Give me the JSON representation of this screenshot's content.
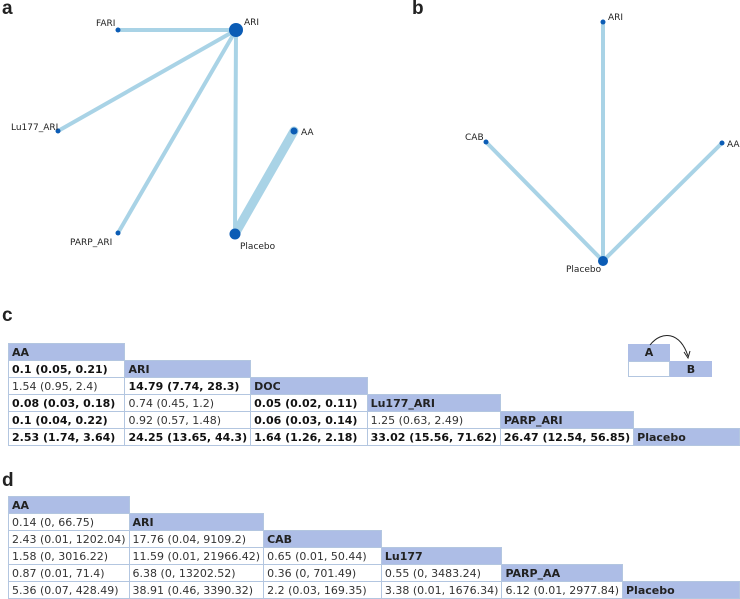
{
  "panels": {
    "a": "a",
    "b": "b",
    "c": "c",
    "d": "d"
  },
  "network_a": {
    "nodes": [
      {
        "id": "ARI",
        "label": "ARI",
        "size": 7
      },
      {
        "id": "FARI",
        "label": "FARI",
        "size": 2.5
      },
      {
        "id": "Lu177_ARI",
        "label": "Lu177_ARI",
        "size": 2.5
      },
      {
        "id": "PARP_ARI",
        "label": "PARP_ARI",
        "size": 2.5
      },
      {
        "id": "AA",
        "label": "AA",
        "size": 3.5
      },
      {
        "id": "Placebo",
        "label": "Placebo",
        "size": 5.5
      }
    ],
    "edges": [
      {
        "source": "ARI",
        "target": "FARI",
        "weight": 4
      },
      {
        "source": "ARI",
        "target": "Lu177_ARI",
        "weight": 4
      },
      {
        "source": "ARI",
        "target": "PARP_ARI",
        "weight": 4
      },
      {
        "source": "ARI",
        "target": "Placebo",
        "weight": 4
      },
      {
        "source": "AA",
        "target": "Placebo",
        "weight": 9
      }
    ]
  },
  "network_b": {
    "nodes": [
      {
        "id": "ARI",
        "label": "ARI",
        "size": 2.5
      },
      {
        "id": "CAB",
        "label": "CAB",
        "size": 2.5
      },
      {
        "id": "AA",
        "label": "AA",
        "size": 2.5
      },
      {
        "id": "Placebo",
        "label": "Placebo",
        "size": 5
      }
    ],
    "edges": [
      {
        "source": "ARI",
        "target": "Placebo",
        "weight": 4
      },
      {
        "source": "CAB",
        "target": "Placebo",
        "weight": 4
      },
      {
        "source": "AA",
        "target": "Placebo",
        "weight": 4
      }
    ]
  },
  "legend": {
    "a": "A",
    "b": "B"
  },
  "table_c": {
    "rows": [
      {
        "diag": "AA",
        "cells": []
      },
      {
        "diag": "ARI",
        "cells": [
          {
            "t": "0.1 (0.05, 0.21)",
            "b": true
          }
        ]
      },
      {
        "diag": "DOC",
        "cells": [
          {
            "t": "1.54 (0.95, 2.4)",
            "b": false
          },
          {
            "t": "14.79 (7.74, 28.3)",
            "b": true
          }
        ]
      },
      {
        "diag": "Lu177_ARI",
        "cells": [
          {
            "t": "0.08 (0.03, 0.18)",
            "b": true
          },
          {
            "t": "0.74 (0.45, 1.2)",
            "b": false
          },
          {
            "t": "0.05 (0.02, 0.11)",
            "b": true
          }
        ]
      },
      {
        "diag": "PARP_ARI",
        "cells": [
          {
            "t": "0.1 (0.04, 0.22)",
            "b": true
          },
          {
            "t": "0.92 (0.57, 1.48)",
            "b": false
          },
          {
            "t": "0.06 (0.03, 0.14)",
            "b": true
          },
          {
            "t": "1.25 (0.63, 2.49)",
            "b": false
          }
        ]
      },
      {
        "diag": "Placebo",
        "cells": [
          {
            "t": "2.53 (1.74, 3.64)",
            "b": true
          },
          {
            "t": "24.25 (13.65, 44.3)",
            "b": true
          },
          {
            "t": "1.64 (1.26, 2.18)",
            "b": true
          },
          {
            "t": "33.02 (15.56, 71.62)",
            "b": true
          },
          {
            "t": "26.47 (12.54, 56.85)",
            "b": true
          }
        ]
      }
    ]
  },
  "table_d": {
    "rows": [
      {
        "diag": "AA",
        "cells": []
      },
      {
        "diag": "ARI",
        "cells": [
          {
            "t": "0.14 (0, 66.75)",
            "b": false
          }
        ]
      },
      {
        "diag": "CAB",
        "cells": [
          {
            "t": "2.43 (0.01, 1202.04)",
            "b": false
          },
          {
            "t": "17.76 (0.04, 9109.2)",
            "b": false
          }
        ]
      },
      {
        "diag": "Lu177",
        "cells": [
          {
            "t": "1.58 (0, 3016.22)",
            "b": false
          },
          {
            "t": "11.59 (0.01, 21966.42)",
            "b": false
          },
          {
            "t": "0.65 (0.01, 50.44)",
            "b": false
          }
        ]
      },
      {
        "diag": "PARP_AA",
        "cells": [
          {
            "t": "0.87 (0.01, 71.4)",
            "b": false
          },
          {
            "t": "6.38 (0, 13202.52)",
            "b": false
          },
          {
            "t": "0.36 (0, 701.49)",
            "b": false
          },
          {
            "t": "0.55 (0, 3483.24)",
            "b": false
          }
        ]
      },
      {
        "diag": "Placebo",
        "cells": [
          {
            "t": "5.36 (0.07, 428.49)",
            "b": false
          },
          {
            "t": "38.91 (0.46, 3390.32)",
            "b": false
          },
          {
            "t": "2.2 (0.03, 169.35)",
            "b": false
          },
          {
            "t": "3.38 (0.01, 1676.34)",
            "b": false
          },
          {
            "t": "6.12 (0.01, 2977.84)",
            "b": false
          }
        ]
      }
    ]
  },
  "colors": {
    "edge": "#a9d3e6",
    "node": "#0b5cb5",
    "diag_cell": "#adbde6",
    "cell_border": "#b3c6e0"
  }
}
